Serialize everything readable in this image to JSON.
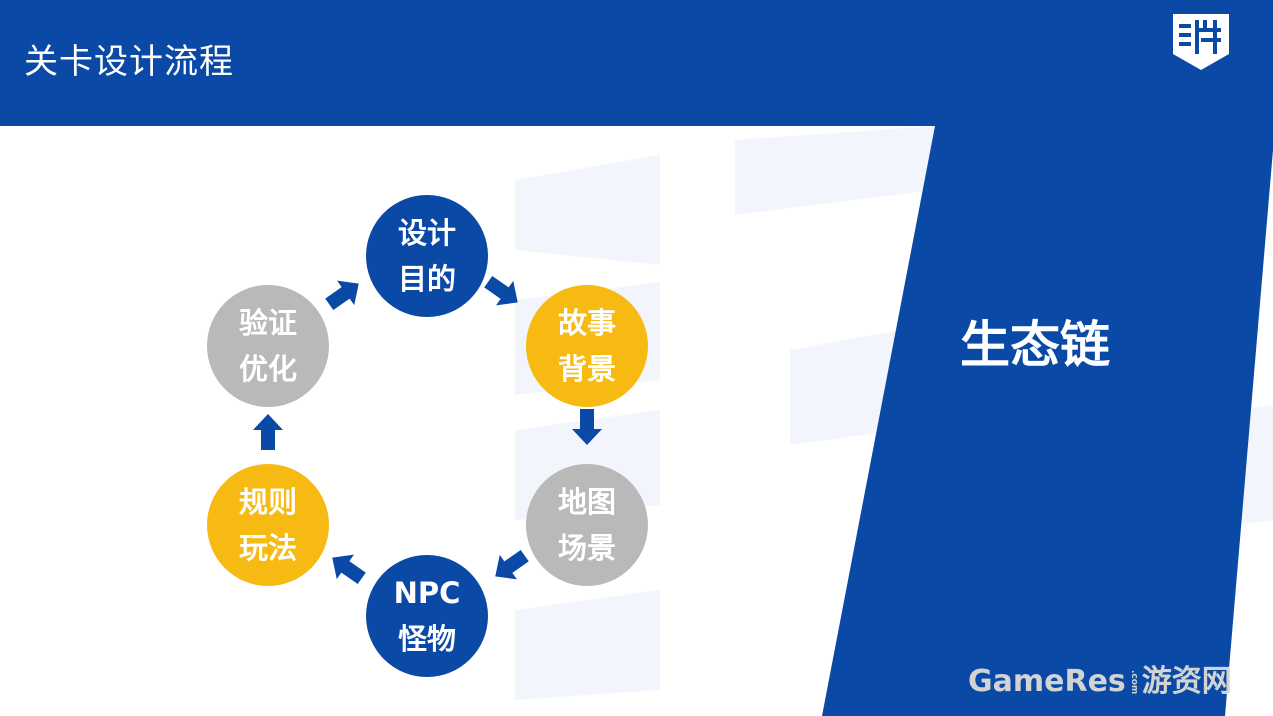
{
  "header": {
    "title": "关卡设计流程"
  },
  "logo": {
    "icon": "gameres-shield-logo-icon"
  },
  "panel": {
    "text": "生态链"
  },
  "cycle": {
    "nodes": [
      {
        "line1": "设计",
        "line2": "目的",
        "color": "#0a4aa6"
      },
      {
        "line1": "故事",
        "line2": "背景",
        "color": "#f6ba12"
      },
      {
        "line1": "地图",
        "line2": "场景",
        "color": "#b9b9b9"
      },
      {
        "line1": "NPC",
        "line2": "怪物",
        "color": "#0a4aa6"
      },
      {
        "line1": "规则",
        "line2": "玩法",
        "color": "#f6ba12"
      },
      {
        "line1": "验证",
        "line2": "优化",
        "color": "#b9b9b9"
      }
    ],
    "arrow_color": "#0a4aa6"
  },
  "watermark": {
    "brand": "GameRes",
    "domain": ".com",
    "name": "游资网"
  },
  "colors": {
    "primary": "#0a4aa6",
    "accent": "#f6ba12",
    "neutral": "#b9b9b9"
  }
}
